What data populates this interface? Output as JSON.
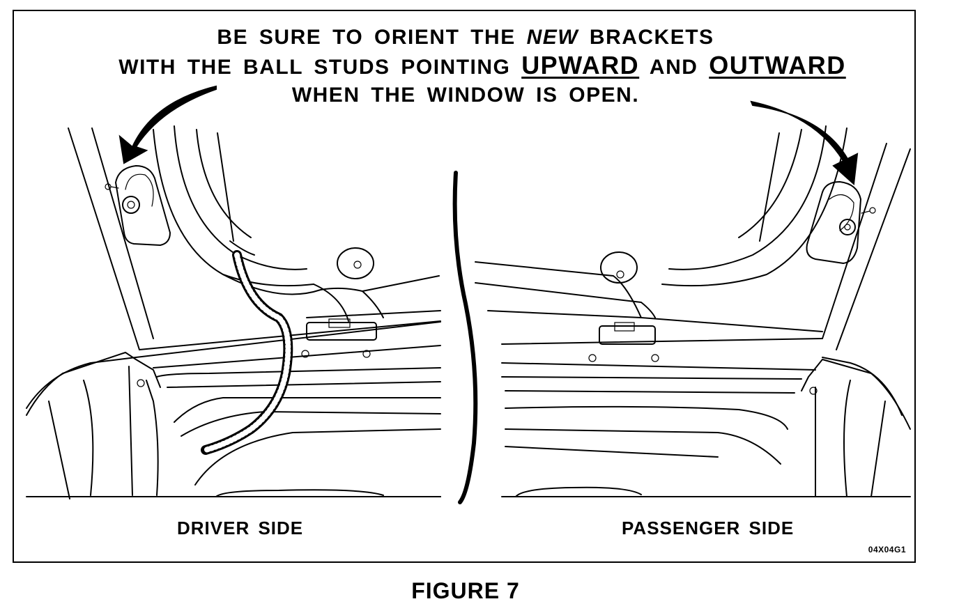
{
  "instruction": {
    "line1_a": "BE SURE TO ORIENT THE ",
    "line1_italic": "NEW",
    "line1_b": " BRACKETS",
    "line2_a": "WITH THE BALL STUDS POINTING ",
    "line2_emph1": "UPWARD",
    "line2_mid": " AND ",
    "line2_emph2": "OUTWARD",
    "line3": "WHEN THE WINDOW IS OPEN."
  },
  "labels": {
    "driver_side": "DRIVER SIDE",
    "passenger_side": "PASSENGER SIDE"
  },
  "figure_code": "04X04G1",
  "figure_caption": "FIGURE 7",
  "colors": {
    "line": "#000000",
    "background": "#ffffff"
  }
}
